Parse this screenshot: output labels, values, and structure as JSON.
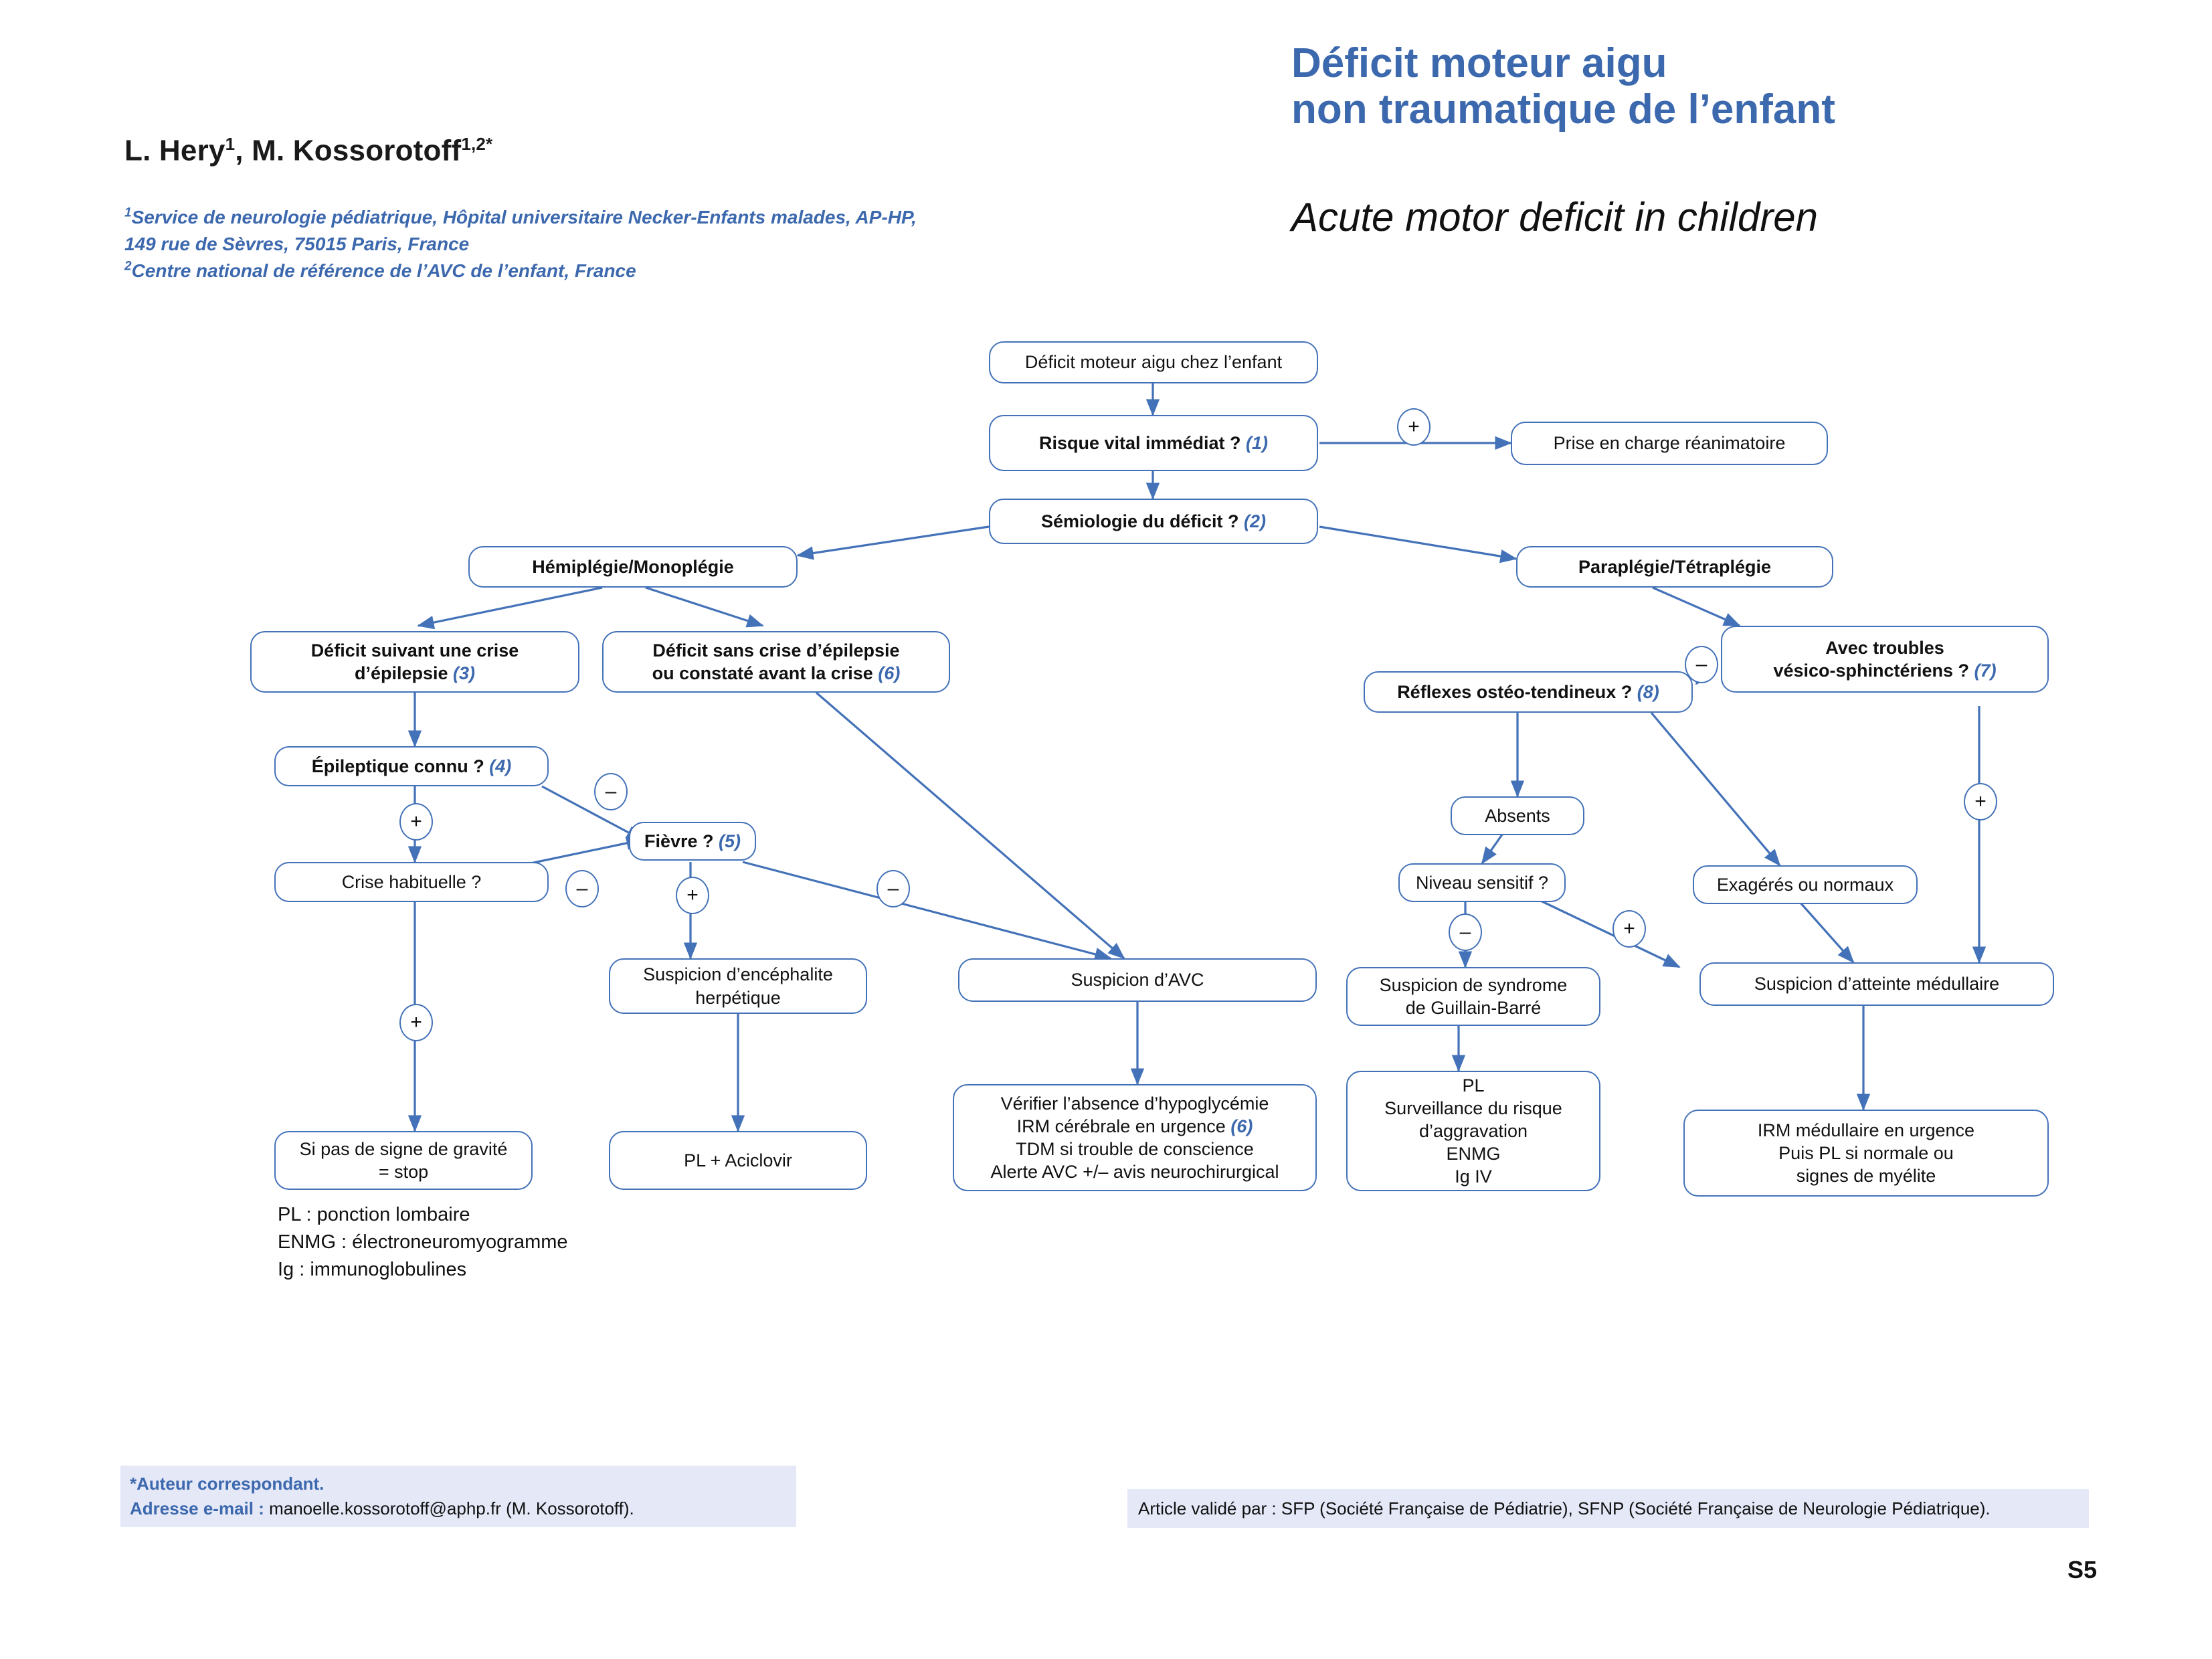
{
  "header": {
    "authors": "L. Hery",
    "authors_sup1": "1",
    "authors_mid": ", M. Kossorotoff",
    "authors_sup2": "1,2*",
    "affiliation1_sup": "1",
    "affiliation1": "Service de neurologie pédiatrique, Hôpital universitaire Necker-Enfants malades, AP-HP,",
    "affiliation1b": "149 rue de Sèvres, 75015 Paris, France",
    "affiliation2_sup": "2",
    "affiliation2": "Centre national de référence de l’AVC de l’enfant, France",
    "title_fr_line1": "Déficit moteur aigu",
    "title_fr_line2": "non traumatique de l’enfant",
    "title_en": "Acute motor deficit in children"
  },
  "colors": {
    "accent_blue": "#3c68ae",
    "border_blue": "#4472b8",
    "footer_bg": "#e4e8f7",
    "text_black": "#111111"
  },
  "chart_data": {
    "type": "diagram",
    "title": "Déficit moteur aigu non traumatique de l’enfant",
    "nodes": [
      {
        "id": "n1",
        "label": "Déficit moteur aigu chez l’enfant",
        "ref": "",
        "bold": false
      },
      {
        "id": "n2",
        "label": "Risque vital immédiat ?",
        "ref": "(1)",
        "bold": true
      },
      {
        "id": "n3",
        "label": "Prise en charge réanimatoire",
        "ref": "",
        "bold": false
      },
      {
        "id": "n4",
        "label": "Sémiologie du déficit ?",
        "ref": "(2)",
        "bold": true
      },
      {
        "id": "n5",
        "label": "Hémiplégie/Monoplégie",
        "ref": "",
        "bold": true
      },
      {
        "id": "n6",
        "label": "Paraplégie/Tétraplégie",
        "ref": "",
        "bold": true
      },
      {
        "id": "n7",
        "label": "Déficit suivant une crise|d’épilepsie",
        "ref": "(3)",
        "bold": true
      },
      {
        "id": "n8",
        "label": "Déficit sans crise d’épilepsie|ou constaté avant la crise",
        "ref": "(6)",
        "bold": true
      },
      {
        "id": "n9",
        "label": "Épileptique connu ?",
        "ref": "(4)",
        "bold": true
      },
      {
        "id": "n10",
        "label": "Crise habituelle ?",
        "ref": "",
        "bold": false
      },
      {
        "id": "n11",
        "label": "Fièvre ?",
        "ref": "(5)",
        "bold": true
      },
      {
        "id": "n12",
        "label": "Suspicion d’encéphalite|herpétique",
        "ref": "",
        "bold": false
      },
      {
        "id": "n13",
        "label": "Suspicion d’AVC",
        "ref": "",
        "bold": false
      },
      {
        "id": "n14",
        "label": "Si pas de signe de gravité|= stop",
        "ref": "",
        "bold": false
      },
      {
        "id": "n15",
        "label": "PL + Aciclovir",
        "ref": "",
        "bold": false
      },
      {
        "id": "n16",
        "label": "Vérifier l’absence d’hypoglycémie|IRM cérébrale en urgence@(6)|TDM si trouble de conscience|Alerte AVC +/– avis neurochirurgical",
        "ref": "",
        "bold": false
      },
      {
        "id": "n17",
        "label": "Avec troubles|vésico-sphinctériens ?",
        "ref": "(7)",
        "bold": true
      },
      {
        "id": "n18",
        "label": "Réflexes ostéo-tendineux ?",
        "ref": "(8)",
        "bold": true
      },
      {
        "id": "n19",
        "label": "Absents",
        "ref": "",
        "bold": false
      },
      {
        "id": "n20",
        "label": "Exagérés ou normaux",
        "ref": "",
        "bold": false
      },
      {
        "id": "n21",
        "label": "Niveau sensitif ?",
        "ref": "",
        "bold": false
      },
      {
        "id": "n22",
        "label": "Suspicion de syndrome|de Guillain-Barré",
        "ref": "",
        "bold": false
      },
      {
        "id": "n23",
        "label": "Suspicion d’atteinte médullaire",
        "ref": "",
        "bold": false
      },
      {
        "id": "n24",
        "label": "PL|Surveillance du risque|d’aggravation|ENMG|Ig IV",
        "ref": "",
        "bold": false
      },
      {
        "id": "n25",
        "label": "IRM médullaire en urgence|Puis PL si normale ou|signes de myélite",
        "ref": "",
        "bold": false
      }
    ],
    "edge_labels": [
      "+",
      "−",
      "+",
      "−",
      "+",
      "−",
      "+",
      "−",
      "+",
      "−",
      "+",
      "+"
    ],
    "legend": [
      "PL : ponction lombaire",
      "ENMG : électroneuromyogramme",
      "Ig : immunoglobulines"
    ]
  },
  "footer": {
    "corresponding_author": "*Auteur correspondant.",
    "email_label": "Adresse e-mail :",
    "email_value": " manoelle.kossorotoff@aphp.fr (M. Kossorotoff).",
    "validation": "Article validé par : SFP (Société Française de Pédiatrie), SFNP (Société Française de Neurologie Pédiatrique).",
    "page_number": "S5"
  }
}
